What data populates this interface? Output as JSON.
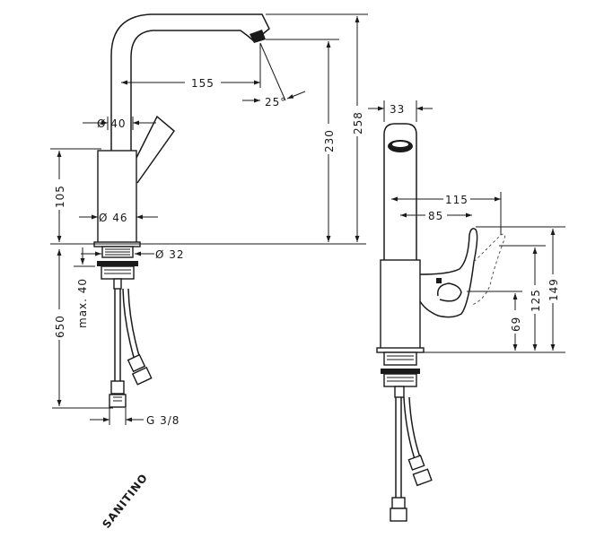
{
  "watermark": "SANITINO",
  "dimensions": {
    "d40": "Ø 40",
    "d46": "Ø 46",
    "d32": "Ø 32",
    "l155": "155",
    "a25": "25°",
    "h105": "105",
    "h230": "230",
    "h258": "258",
    "h650": "650",
    "max40": "max. 40",
    "g38": "G 3/8",
    "w33": "33",
    "l115": "115",
    "l85": "85",
    "h69": "69",
    "h125": "125",
    "h149": "149"
  }
}
